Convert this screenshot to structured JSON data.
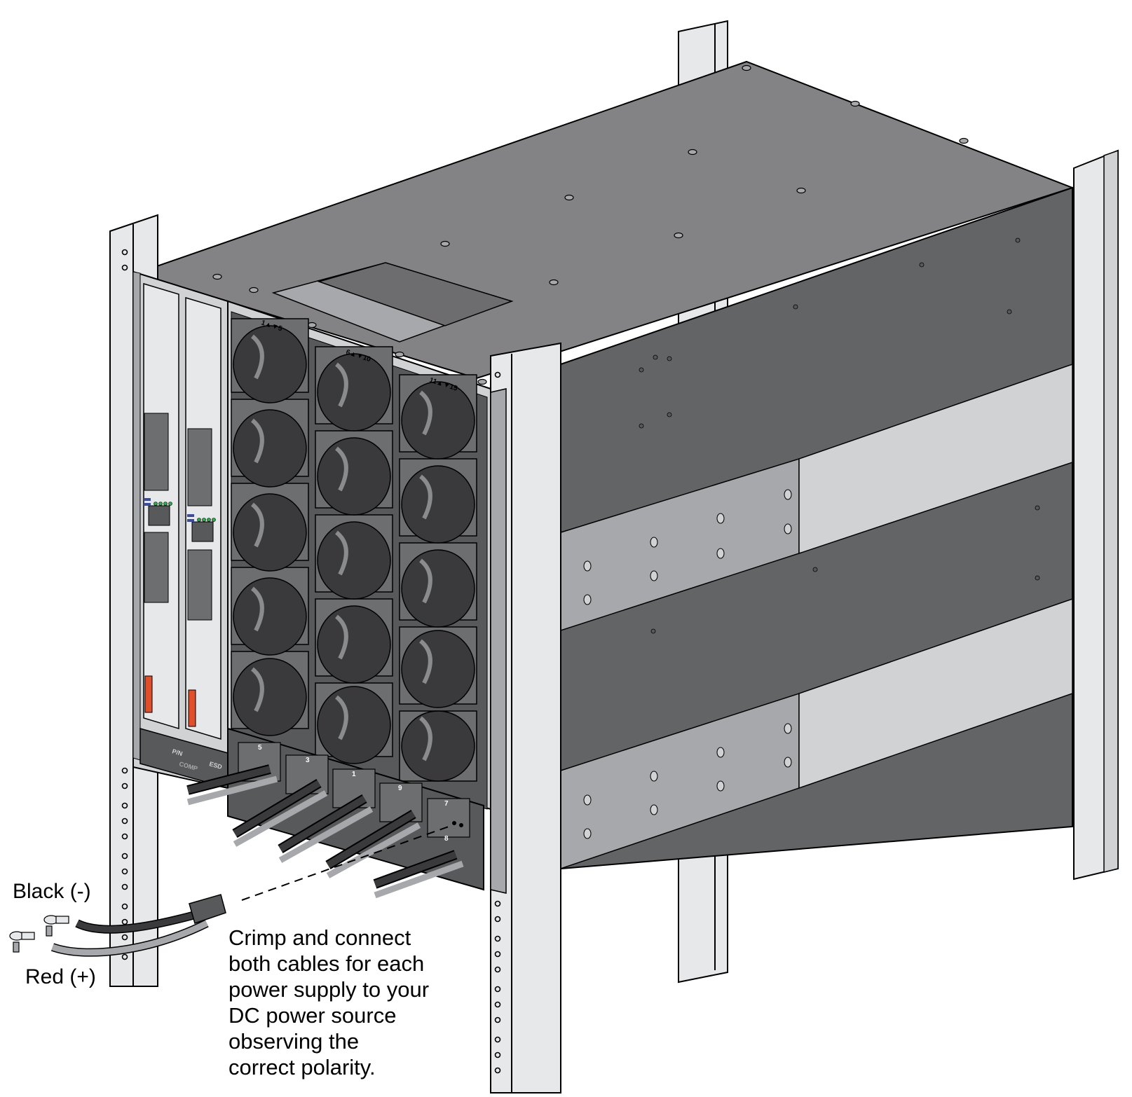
{
  "diagram": {
    "subject": "DC power cable connection to rack-mounted chassis",
    "colors": {
      "top_panel": "#838386",
      "top_inset_dark": "#6d6d70",
      "top_inset_light": "#a7a8ab",
      "side_dark": "#636466",
      "side_light": "#d1d2d4",
      "rail_bracket": "#a7a8ab",
      "rack_post": "#e7e8e9",
      "fan_tray": "#58595b",
      "fan_bay": "#6d6e70",
      "cable_black": "#3a3a3c",
      "cable_gray": "#a7a8ab",
      "outline": "#000000",
      "brand_logo": "#e04e2a"
    },
    "fan_tray": {
      "column_labels": [
        "1▲▼5",
        "6▲▼10",
        "11▲▼15"
      ],
      "rows": 5,
      "columns": 3
    },
    "power_supply_bays": {
      "top_row_labels": [
        "5",
        "3",
        "1",
        "9",
        "7"
      ],
      "bottom_row_labels": [
        "8"
      ]
    },
    "management_panel": {
      "labels": [
        "P/N",
        "COMP",
        "ESD",
        "ESD"
      ]
    },
    "cable_labels": {
      "black": "Black (-)",
      "red": "Red (+)"
    },
    "instruction": {
      "lines": [
        "Crimp and connect",
        "both cables for each",
        "power supply to your",
        "DC power source",
        "observing the",
        "correct polarity."
      ]
    }
  }
}
